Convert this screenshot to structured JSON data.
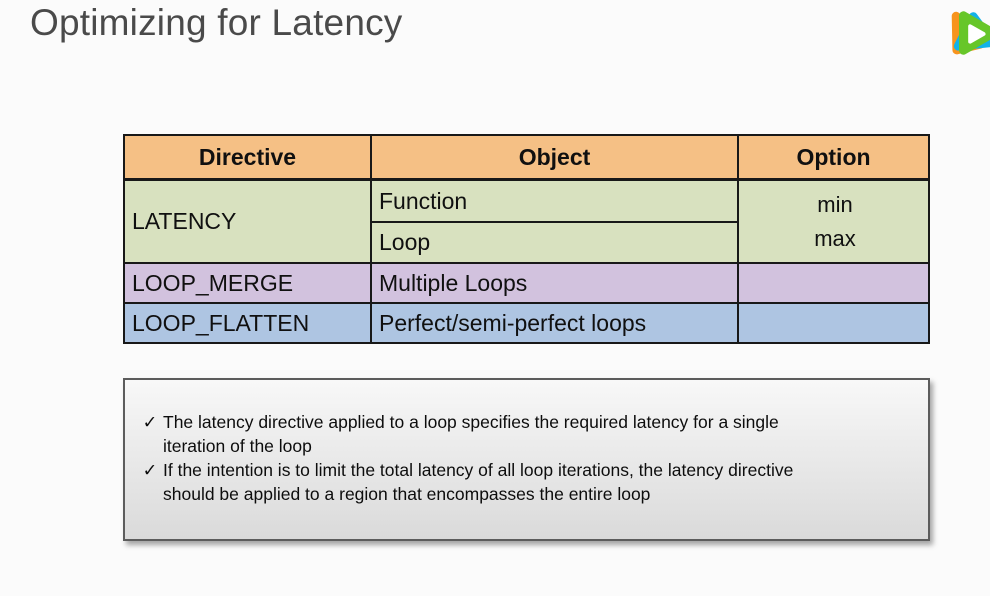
{
  "title": "Optimizing for Latency",
  "logo": {
    "icon": "tencent-video-play-logo",
    "colors": {
      "orange": "#f7941d",
      "green": "#67c629",
      "blue": "#12b2e8",
      "play": "#ffffff"
    }
  },
  "table": {
    "headers": [
      "Directive",
      "Object",
      "Option"
    ],
    "header_bg": "#f5c085",
    "rows": [
      {
        "directive": "LATENCY",
        "objects": [
          "Function",
          "Loop"
        ],
        "options": [
          "min",
          "max"
        ],
        "bg": "#d8e1bf"
      },
      {
        "directive": "LOOP_MERGE",
        "objects": [
          "Multiple Loops"
        ],
        "options": [],
        "bg": "#d2c2de"
      },
      {
        "directive": "LOOP_FLATTEN",
        "objects": [
          "Perfect/semi-perfect loops"
        ],
        "options": [],
        "bg": "#aec5e2"
      }
    ]
  },
  "notes": [
    {
      "marker": "✓",
      "text": "The latency directive applied to a loop specifies the required latency for a single\niteration of the loop"
    },
    {
      "marker": "✓",
      "text": "If the intention is to limit the total latency of all loop iterations, the latency directive\nshould be applied to a region that encompasses the entire loop"
    }
  ]
}
